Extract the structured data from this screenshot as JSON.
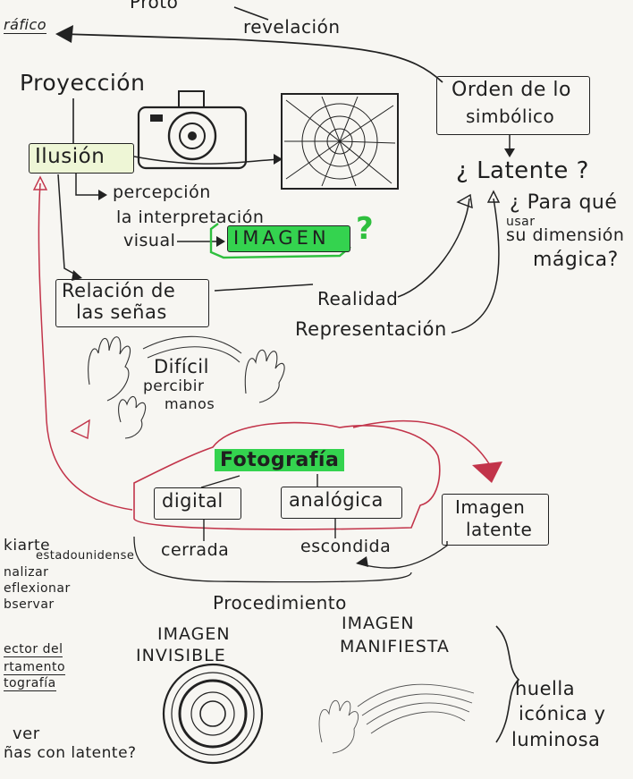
{
  "top": {
    "fragment_left": "ráfico",
    "fragment_top": "Proto",
    "revelacion": "revelación"
  },
  "nodes": {
    "proyeccion": "Proyección",
    "ilusion": "Ilusión",
    "orden1": "Orden de lo",
    "orden2": "simbólico",
    "latente": "¿ Latente ?",
    "percepcion": "percepción",
    "interpretacion": "la interpretación",
    "visual": "visual",
    "imagen": "IMAGEN",
    "qmark_green": "?",
    "para_que": "¿ Para qué",
    "usar": "usar",
    "dimension": "su dimensión",
    "magica": "mágica?",
    "relacion1": "Relación de",
    "relacion2": "las señas",
    "realidad": "Realidad",
    "representacion": "Representación",
    "dificil": "Difícil",
    "percibir": "percibir",
    "manos": "manos",
    "fotografia": "Fotografía",
    "digital": "digital",
    "analogica": "analógica",
    "imagen_latente1": "Imagen",
    "imagen_latente2": "latente",
    "cerrada": "cerrada",
    "escondida": "escondida",
    "procedimiento": "Procedimiento",
    "inv1": "IMAGEN",
    "inv2": "INVISIBLE",
    "man1": "IMAGEN",
    "man2": "MANIFIESTA",
    "huella1": "huella",
    "huella2": "icónica y",
    "huella3": "luminosa"
  },
  "margin_left": {
    "kiarte": "kiarte",
    "estadounidense": "estadounidense",
    "analizar": "nalizar",
    "reflexionar": "eflexionar",
    "observar": "bservar",
    "director": "ector del",
    "departamento": "rtamento",
    "fotografia": "tografía",
    "ver": "ver",
    "senas": "ñas con latente?"
  },
  "icons": [
    "camera-icon",
    "cracked-glass-icon",
    "hands-icon",
    "lens-target-icon"
  ],
  "colors": {
    "ink": "#1f1f1f",
    "red": "#c2344a",
    "green_highlight": "#34d34f"
  }
}
